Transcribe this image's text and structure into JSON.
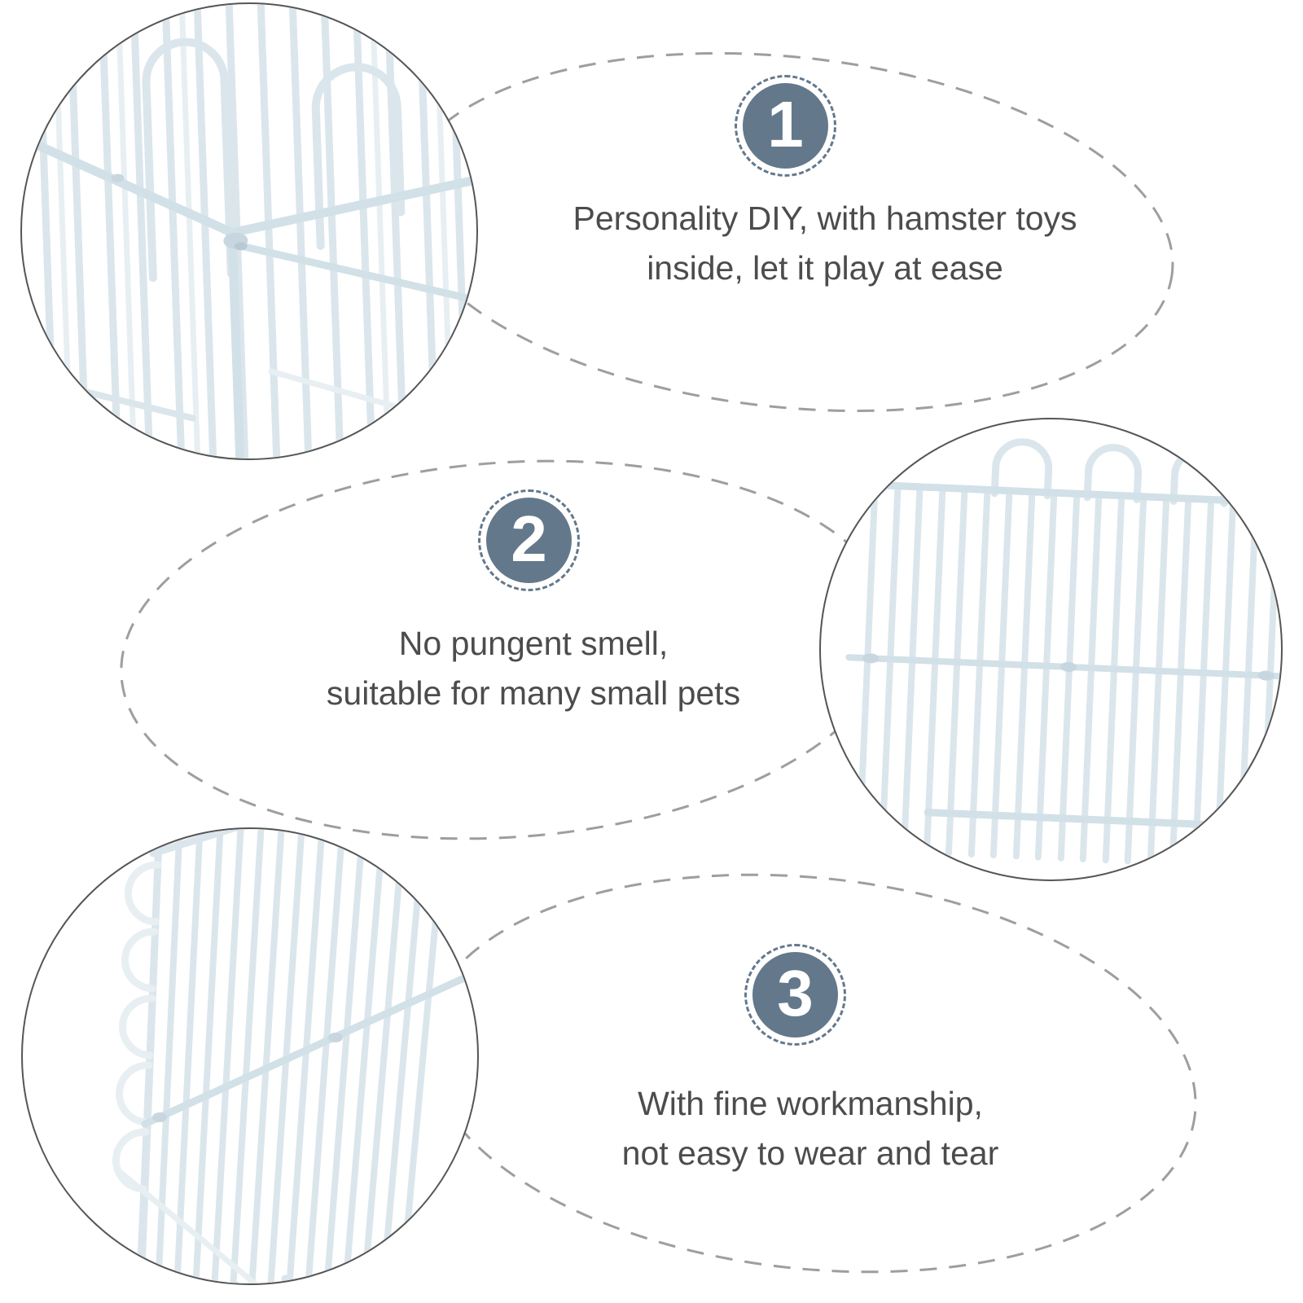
{
  "page": {
    "background": "#ffffff",
    "kind": "product feature infographic for a DIY wire pet playpen / hamster cage"
  },
  "colors": {
    "badge_accent": "#63788b",
    "caption_text": "#4c4c4c",
    "dashed_line": "#9e9e9e",
    "wire": "#dbe6ec",
    "photo_outline": "#555555"
  },
  "sections": [
    {
      "number": "1",
      "lines": [
        "Personality DIY, with hamster toys",
        "inside, let it play at ease"
      ]
    },
    {
      "number": "2",
      "lines": [
        "No pungent smell,",
        "suitable for many small pets"
      ]
    },
    {
      "number": "3",
      "lines": [
        "With fine workmanship,",
        "not easy to wear and tear"
      ]
    }
  ],
  "photos": [
    {
      "name": "cage-corner-closeup"
    },
    {
      "name": "cage-panel-front"
    },
    {
      "name": "cage-panel-angled"
    }
  ]
}
